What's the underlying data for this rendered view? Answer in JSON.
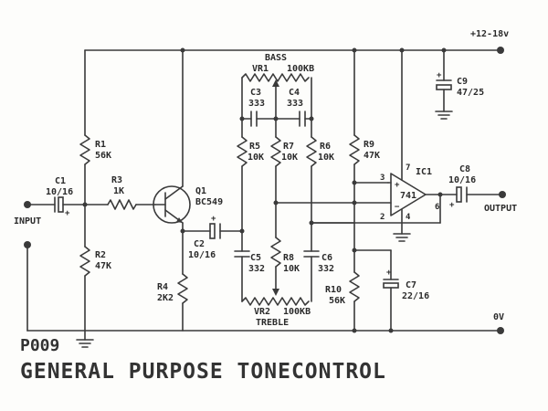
{
  "supply": {
    "vcc": "+12-18v",
    "gnd": "0V"
  },
  "io": {
    "input": "INPUT",
    "output": "OUTPUT"
  },
  "components": {
    "c1": {
      "name": "C1",
      "value": "10/16"
    },
    "c2": {
      "name": "C2",
      "value": "10/16"
    },
    "c3": {
      "name": "C3",
      "value": "333"
    },
    "c4": {
      "name": "C4",
      "value": "333"
    },
    "c5": {
      "name": "C5",
      "value": "332"
    },
    "c6": {
      "name": "C6",
      "value": "332"
    },
    "c7": {
      "name": "C7",
      "value": "22/16"
    },
    "c8": {
      "name": "C8",
      "value": "10/16"
    },
    "c9": {
      "name": "C9",
      "value": "47/25"
    },
    "r1": {
      "name": "R1",
      "value": "56K"
    },
    "r2": {
      "name": "R2",
      "value": "47K"
    },
    "r3": {
      "name": "R3",
      "value": "1K"
    },
    "r4": {
      "name": "R4",
      "value": "2K2"
    },
    "r5": {
      "name": "R5",
      "value": "10K"
    },
    "r6": {
      "name": "R6",
      "value": "10K"
    },
    "r7": {
      "name": "R7",
      "value": "10K"
    },
    "r8": {
      "name": "R8",
      "value": "10K"
    },
    "r9": {
      "name": "R9",
      "value": "47K"
    },
    "r10": {
      "name": "R10",
      "value": "56K"
    },
    "q1": {
      "name": "Q1",
      "value": "BC549"
    },
    "ic1": {
      "name": "IC1",
      "value": "741"
    },
    "vr1": {
      "name": "VR1",
      "value": "100KB",
      "function": "BASS"
    },
    "vr2": {
      "name": "VR2",
      "value": "100KB",
      "function": "TREBLE"
    }
  },
  "pins": {
    "p2": "2",
    "p3": "3",
    "p4": "4",
    "p6": "6",
    "p7": "7",
    "plus": "+",
    "minus": "−"
  },
  "code": "P009",
  "title": "GENERAL PURPOSE TONECONTROL"
}
